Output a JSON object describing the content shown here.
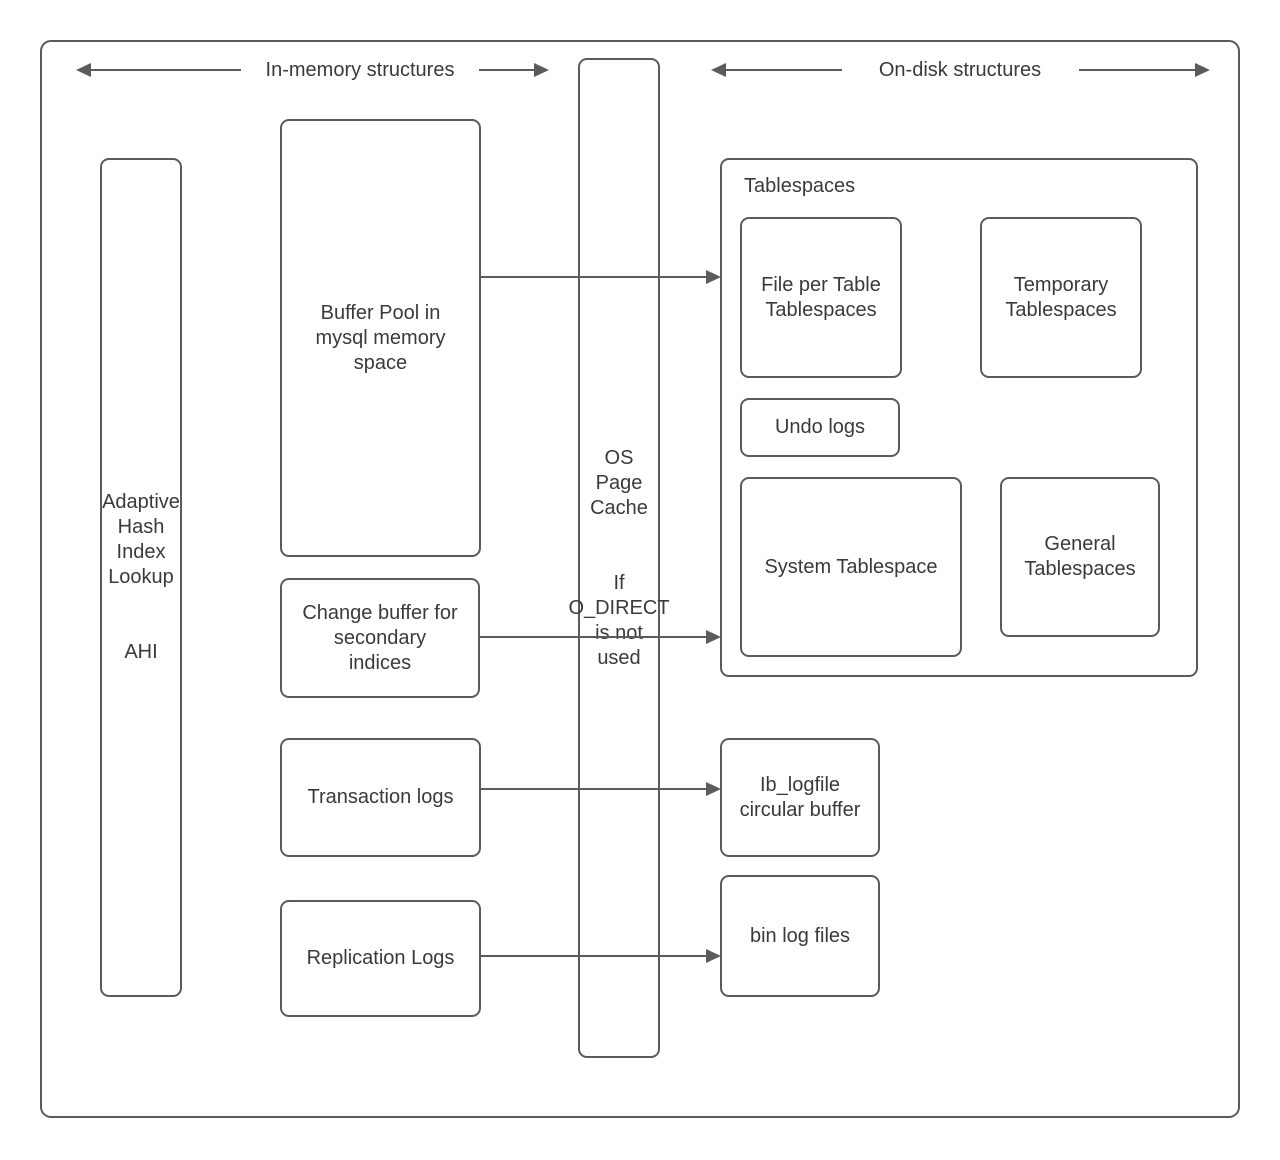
{
  "header": {
    "in_memory_label": "In-memory structures",
    "on_disk_label": "On-disk structures"
  },
  "nodes": {
    "adaptive_hash": {
      "title": "Adaptive Hash Index Lookup",
      "subtitle": "AHI"
    },
    "buffer_pool": {
      "label": "Buffer Pool in\nmysql memory\nspace"
    },
    "change_buffer": {
      "label": "Change buffer for\nsecondary\nindices"
    },
    "transaction_logs": {
      "label": "Transaction logs"
    },
    "replication_logs": {
      "label": "Replication Logs"
    },
    "os_page_cache": {
      "title": "OS\nPage\nCache",
      "subtitle": "If\nO_DIRECT\nis not\nused"
    },
    "tablespaces": {
      "title": "Tablespaces"
    },
    "file_per_table": {
      "label": "File per Table\nTablespaces"
    },
    "temporary": {
      "label": "Temporary\nTablespaces"
    },
    "undo_logs": {
      "label": "Undo logs"
    },
    "system_tablespace": {
      "label": "System Tablespace"
    },
    "general_tablespaces": {
      "label": "General\nTablespaces"
    },
    "ib_logfile": {
      "label": "Ib_logfile\ncircular buffer"
    },
    "bin_log": {
      "label": "bin log files"
    }
  },
  "edges": [
    {
      "from": "buffer_pool",
      "to": "tablespaces"
    },
    {
      "from": "change_buffer",
      "to": "tablespaces"
    },
    {
      "from": "transaction_logs",
      "to": "ib_logfile"
    },
    {
      "from": "replication_logs",
      "to": "bin_log"
    }
  ],
  "colors": {
    "stroke": "#5b5b5b",
    "text": "#3a3a3a",
    "background": "#ffffff"
  }
}
